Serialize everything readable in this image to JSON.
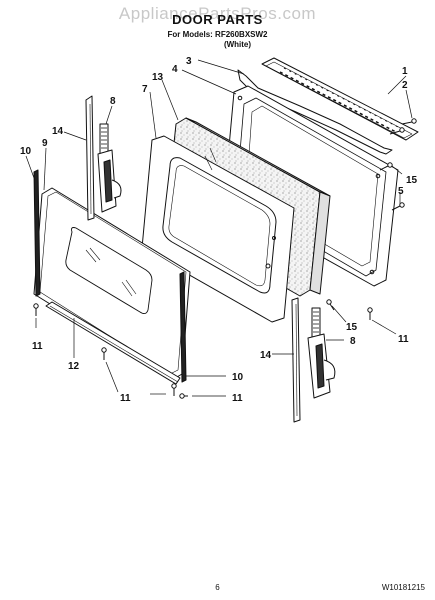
{
  "header": {
    "watermark": "AppliancePartsPros.com",
    "title": "DOOR PARTS",
    "models_line": "For Models: RF260BXSW2",
    "color_line": "(White)"
  },
  "footer": {
    "page_number": "6",
    "document_id": "W10181215"
  },
  "callouts": [
    {
      "id": "c1",
      "label": "1"
    },
    {
      "id": "c2",
      "label": "2"
    },
    {
      "id": "c3",
      "label": "3"
    },
    {
      "id": "c4",
      "label": "4"
    },
    {
      "id": "c15a",
      "label": "15"
    },
    {
      "id": "c5",
      "label": "5"
    },
    {
      "id": "c7",
      "label": "7"
    },
    {
      "id": "c13",
      "label": "13"
    },
    {
      "id": "c8a",
      "label": "8"
    },
    {
      "id": "c14a",
      "label": "14"
    },
    {
      "id": "c9",
      "label": "9"
    },
    {
      "id": "c10a",
      "label": "10"
    },
    {
      "id": "c11a",
      "label": "11"
    },
    {
      "id": "c12",
      "label": "12"
    },
    {
      "id": "c11b",
      "label": "11"
    },
    {
      "id": "c10b",
      "label": "10"
    },
    {
      "id": "c11c",
      "label": "11"
    },
    {
      "id": "c14b",
      "label": "14"
    },
    {
      "id": "c8b",
      "label": "8"
    },
    {
      "id": "c15b",
      "label": "15"
    },
    {
      "id": "c11d",
      "label": "11"
    }
  ]
}
